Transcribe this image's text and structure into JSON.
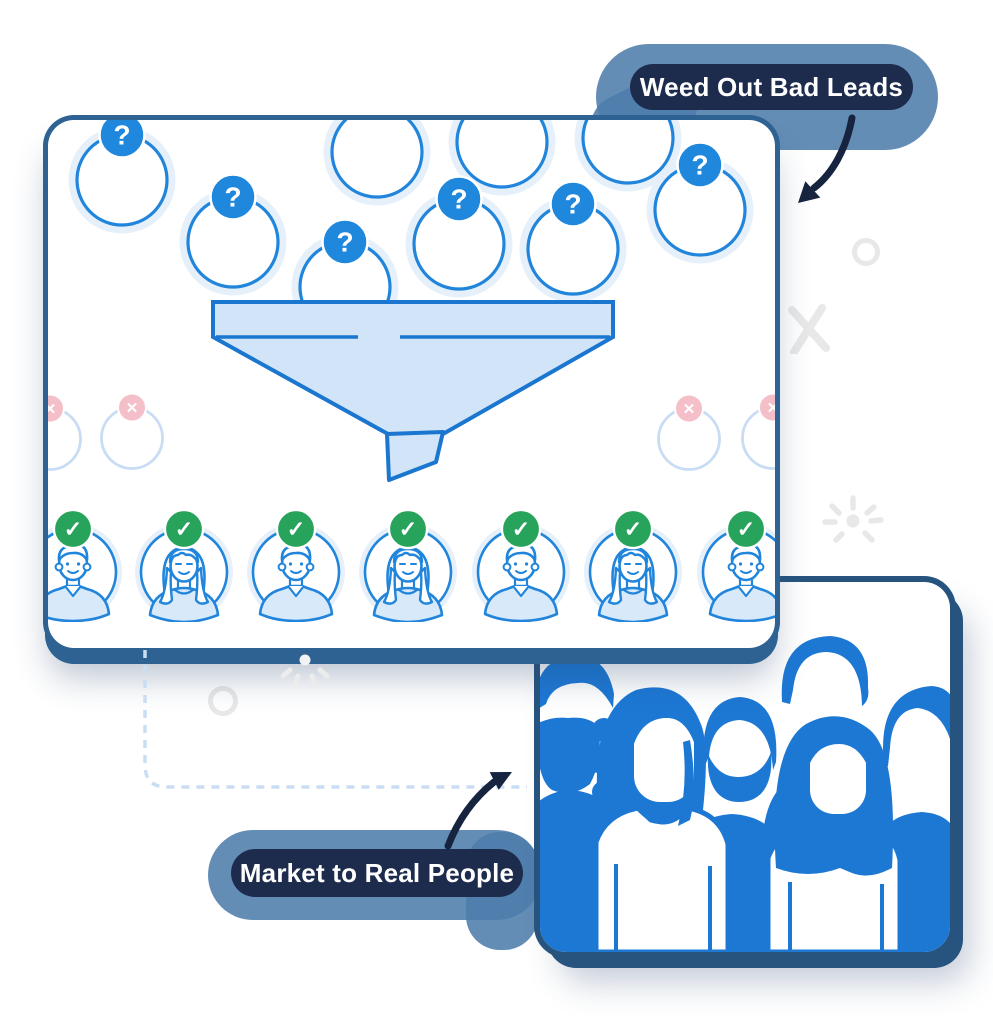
{
  "callouts": {
    "weed_out": {
      "label": "Weed Out Bad Leads"
    },
    "market_real": {
      "label": "Market to Real People"
    }
  },
  "icons": {
    "question_glyph": "?",
    "check_glyph": "✓",
    "cross_glyph": "✕"
  },
  "scene": {
    "question_lead_circles": 6,
    "plain_lead_circles": 3,
    "rejected_lead_circles": 4,
    "approved_people": 7,
    "crowd_people": 6
  },
  "palette": {
    "primary_blue": "#2185db",
    "badge_blue": "#1f87dc",
    "light_blue_fill": "#d2e5f8",
    "halo_ring": "#e6f0fb",
    "navy_pill": "#1d2b4d",
    "halo_blue": "#4e7dac",
    "card_ring": "#2d6293",
    "card2_ring": "#27547f",
    "green_check": "#27a35b",
    "pink_cross": "#f4bfc8",
    "pale_circle": "#c8dcf3",
    "crowd_blue": "#1d78d4",
    "arrow_navy": "#16243f",
    "dashed_line": "#c9def2",
    "decoration_gray": "#e8e8e8"
  }
}
